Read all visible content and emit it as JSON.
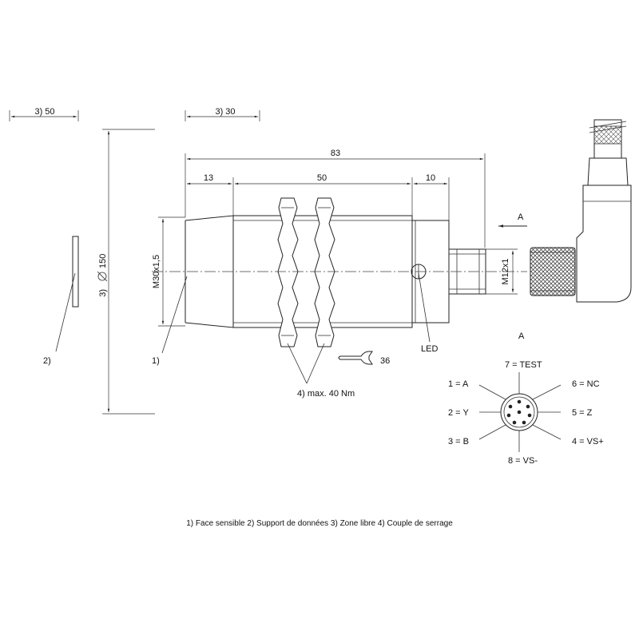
{
  "dimensions": {
    "free_zone_left": "3)  50",
    "free_zone_top": "3)  30",
    "overall_length": "83",
    "front_length": "13",
    "thread_length": "50",
    "rear_length": "10",
    "free_zone_diameter": "3)",
    "diameter_value": "150",
    "thread_spec": "M30x1,5",
    "connector_thread": "M12x1",
    "wrench_size": "36"
  },
  "callouts": {
    "sensing_face": "1)",
    "data_carrier": "2)",
    "torque": "4)  max. 40 Nm",
    "led": "LED",
    "view_arrow": "A",
    "view_title": "A"
  },
  "pinout": {
    "pin7": "7 = TEST",
    "pin1": "1 = A",
    "pin6": "6 = NC",
    "pin2": "2 = Y",
    "pin5": "5 = Z",
    "pin3": "3 = B",
    "pin4": "4 = VS+",
    "pin8": "8 = VS-"
  },
  "legend": "1) Face sensible  2) Support de données  3) Zone libre  4) Couple de serrage"
}
